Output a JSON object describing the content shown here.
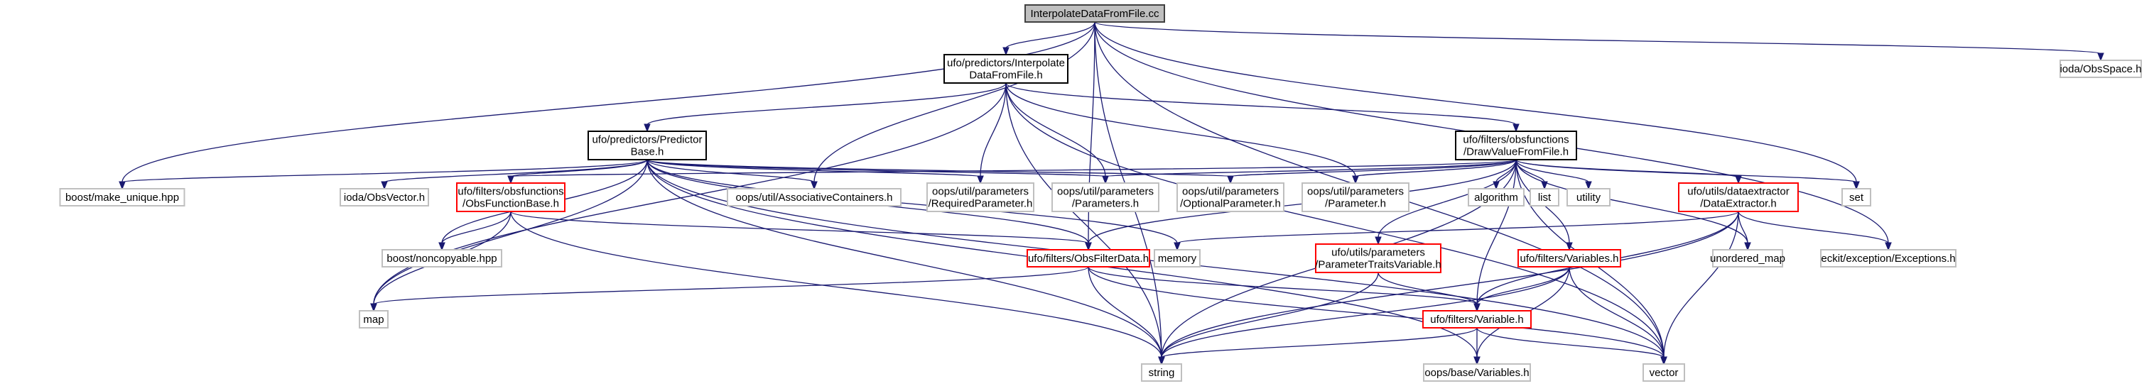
{
  "colors": {
    "edge": "#191970",
    "root_fill": "#bfbfbf",
    "documented_border": "#000000",
    "incomplete_border": "#ff0000",
    "external_border": "#bfbfbf"
  },
  "nodes": {
    "root": {
      "lines": [
        "InterpolateDataFromFile.cc"
      ],
      "kind": "root"
    },
    "interp": {
      "lines": [
        "ufo/predictors/Interpolate",
        "DataFromFile.h"
      ],
      "kind": "documented"
    },
    "objspace": {
      "lines": [
        "ioda/ObsSpace.h"
      ],
      "kind": "external"
    },
    "predbase": {
      "lines": [
        "ufo/predictors/Predictor",
        "Base.h"
      ],
      "kind": "documented"
    },
    "drawval": {
      "lines": [
        "ufo/filters/obsfunctions",
        "/DrawValueFromFile.h"
      ],
      "kind": "documented"
    },
    "makeuniq": {
      "lines": [
        "boost/make_unique.hpp"
      ],
      "kind": "external"
    },
    "obsvector": {
      "lines": [
        "ioda/ObsVector.h"
      ],
      "kind": "external"
    },
    "ofb": {
      "lines": [
        "ufo/filters/obsfunctions",
        "/ObsFunctionBase.h"
      ],
      "kind": "incomplete"
    },
    "assoc": {
      "lines": [
        "oops/util/AssociativeContainers.h"
      ],
      "kind": "external"
    },
    "reqparam": {
      "lines": [
        "oops/util/parameters",
        "/RequiredParameter.h"
      ],
      "kind": "external"
    },
    "params": {
      "lines": [
        "oops/util/parameters",
        "/Parameters.h"
      ],
      "kind": "external"
    },
    "optparam": {
      "lines": [
        "oops/util/parameters",
        "/OptionalParameter.h"
      ],
      "kind": "external"
    },
    "param": {
      "lines": [
        "oops/util/parameters",
        "/Parameter.h"
      ],
      "kind": "external"
    },
    "algorithm": {
      "lines": [
        "algorithm"
      ],
      "kind": "external"
    },
    "list": {
      "lines": [
        "list"
      ],
      "kind": "external"
    },
    "utility": {
      "lines": [
        "utility"
      ],
      "kind": "external"
    },
    "dataext": {
      "lines": [
        "ufo/utils/dataextractor",
        "/DataExtractor.h"
      ],
      "kind": "incomplete"
    },
    "set": {
      "lines": [
        "set"
      ],
      "kind": "external"
    },
    "noncopy": {
      "lines": [
        "boost/noncopyable.hpp"
      ],
      "kind": "external"
    },
    "memory": {
      "lines": [
        "memory"
      ],
      "kind": "external"
    },
    "ptv": {
      "lines": [
        "ufo/utils/parameters",
        "/ParameterTraitsVariable.h"
      ],
      "kind": "incomplete"
    },
    "ofd": {
      "lines": [
        "ufo/filters/ObsFilterData.h"
      ],
      "kind": "incomplete"
    },
    "variables": {
      "lines": [
        "ufo/filters/Variables.h"
      ],
      "kind": "incomplete"
    },
    "unmap": {
      "lines": [
        "unordered_map"
      ],
      "kind": "external"
    },
    "eckit": {
      "lines": [
        "eckit/exception/Exceptions.h"
      ],
      "kind": "external"
    },
    "map": {
      "lines": [
        "map"
      ],
      "kind": "external"
    },
    "variable": {
      "lines": [
        "ufo/filters/Variable.h"
      ],
      "kind": "incomplete"
    },
    "string": {
      "lines": [
        "string"
      ],
      "kind": "external"
    },
    "oopsvars": {
      "lines": [
        "oops/base/Variables.h"
      ],
      "kind": "external"
    },
    "vector": {
      "lines": [
        "vector"
      ],
      "kind": "external"
    }
  },
  "edges": [
    [
      "root",
      "interp"
    ],
    [
      "root",
      "objspace"
    ],
    [
      "root",
      "makeuniq"
    ],
    [
      "root",
      "assoc"
    ],
    [
      "root",
      "set"
    ],
    [
      "root",
      "eckit"
    ],
    [
      "root",
      "string"
    ],
    [
      "root",
      "vector"
    ],
    [
      "root",
      "ofd"
    ],
    [
      "interp",
      "predbase"
    ],
    [
      "interp",
      "drawval"
    ],
    [
      "interp",
      "reqparam"
    ],
    [
      "interp",
      "params"
    ],
    [
      "interp",
      "param"
    ],
    [
      "interp",
      "string"
    ],
    [
      "interp",
      "map"
    ],
    [
      "interp",
      "vector"
    ],
    [
      "predbase",
      "makeuniq"
    ],
    [
      "predbase",
      "obsvector"
    ],
    [
      "predbase",
      "ofb"
    ],
    [
      "predbase",
      "assoc"
    ],
    [
      "predbase",
      "reqparam"
    ],
    [
      "predbase",
      "params"
    ],
    [
      "predbase",
      "optparam"
    ],
    [
      "predbase",
      "noncopy"
    ],
    [
      "predbase",
      "memory"
    ],
    [
      "predbase",
      "map"
    ],
    [
      "predbase",
      "string"
    ],
    [
      "predbase",
      "vector"
    ],
    [
      "predbase",
      "oopsvars"
    ],
    [
      "predbase",
      "ofd"
    ],
    [
      "drawval",
      "ofb"
    ],
    [
      "drawval",
      "params"
    ],
    [
      "drawval",
      "optparam"
    ],
    [
      "drawval",
      "param"
    ],
    [
      "drawval",
      "algorithm"
    ],
    [
      "drawval",
      "list"
    ],
    [
      "drawval",
      "utility"
    ],
    [
      "drawval",
      "dataext"
    ],
    [
      "drawval",
      "set"
    ],
    [
      "drawval",
      "unmap"
    ],
    [
      "drawval",
      "vector"
    ],
    [
      "drawval",
      "string"
    ],
    [
      "drawval",
      "ptv"
    ],
    [
      "drawval",
      "variables"
    ],
    [
      "drawval",
      "variable"
    ],
    [
      "drawval",
      "ofd"
    ],
    [
      "ofb",
      "noncopy"
    ],
    [
      "ofb",
      "map"
    ],
    [
      "ofb",
      "string"
    ],
    [
      "ofb",
      "ofd"
    ],
    [
      "dataext",
      "memory"
    ],
    [
      "dataext",
      "unmap"
    ],
    [
      "dataext",
      "eckit"
    ],
    [
      "dataext",
      "vector"
    ],
    [
      "dataext",
      "variable"
    ],
    [
      "dataext",
      "string"
    ],
    [
      "ptv",
      "variable"
    ],
    [
      "ptv",
      "string"
    ],
    [
      "ofd",
      "map"
    ],
    [
      "ofd",
      "string"
    ],
    [
      "ofd",
      "variable"
    ],
    [
      "ofd",
      "vector"
    ],
    [
      "variables",
      "variable"
    ],
    [
      "variables",
      "oopsvars"
    ],
    [
      "variables",
      "string"
    ],
    [
      "variables",
      "vector"
    ],
    [
      "variable",
      "string"
    ],
    [
      "variable",
      "oopsvars"
    ],
    [
      "variable",
      "vector"
    ]
  ]
}
